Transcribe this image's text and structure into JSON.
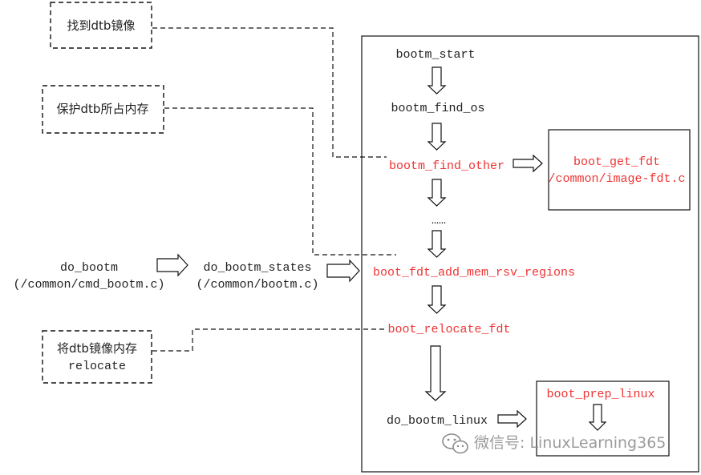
{
  "flow": {
    "bootm_start": "bootm_start",
    "bootm_find_os": "bootm_find_os",
    "bootm_find_other": "bootm_find_other",
    "ellipsis": "……",
    "boot_fdt_add_mem_rsv_regions": "boot_fdt_add_mem_rsv_regions",
    "boot_relocate_fdt": "boot_relocate_fdt",
    "do_bootm_linux": "do_bootm_linux"
  },
  "boot_get_fdt_box": {
    "line1": "boot_get_fdt",
    "line2": "/common/image-fdt.c"
  },
  "boot_prep_linux_box": {
    "line1": "boot_prep_linux"
  },
  "entry": {
    "do_bootm": "do_bootm",
    "do_bootm_path": "(/common/cmd_bootm.c)",
    "do_bootm_states": "do_bootm_states",
    "do_bootm_states_path": "(/common/bootm.c)"
  },
  "notes": {
    "find_dtb": "找到dtb镜像",
    "protect_dtb": "保护dtb所占内存",
    "relocate_dtb_line1": "将dtb镜像内存",
    "relocate_dtb_line2": "relocate"
  },
  "watermark": "微信号: LinuxLearning365",
  "colors": {
    "highlight": "#ee3333",
    "text": "#222222",
    "line": "#111111"
  }
}
